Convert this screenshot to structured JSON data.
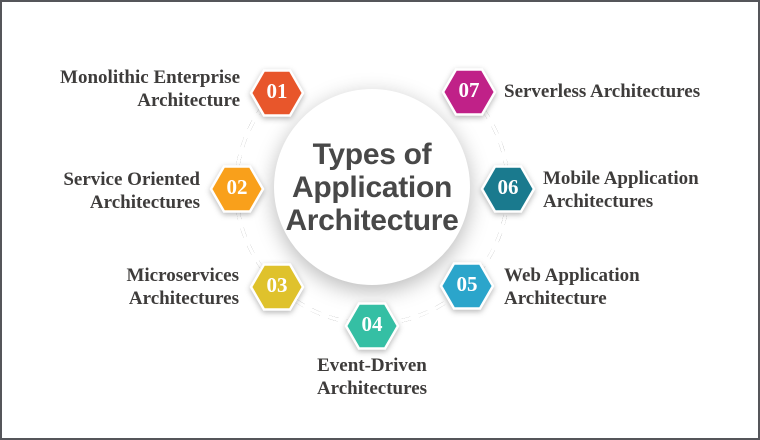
{
  "title": "Types of Application Architecture",
  "center": {
    "lines": [
      "Types of",
      "Application",
      "Architecture"
    ],
    "text_color": "#484848",
    "circle_fill": "#ffffff"
  },
  "ring": {
    "color": "#3f3f3f",
    "dash_pattern": "10 8.4"
  },
  "label_text_color": "#3e3c3b",
  "items": [
    {
      "number": "01",
      "color": "#e8562b",
      "label_lines": [
        "Monolithic Enterprise",
        "Architecture"
      ]
    },
    {
      "number": "02",
      "color": "#f9a01b",
      "label_lines": [
        "Service Oriented",
        "Architectures"
      ]
    },
    {
      "number": "03",
      "color": "#dfc22c",
      "label_lines": [
        "Microservices",
        "Architectures"
      ]
    },
    {
      "number": "04",
      "color": "#35bfa4",
      "label_lines": [
        "Event-Driven",
        "Architectures"
      ]
    },
    {
      "number": "05",
      "color": "#2ba5cb",
      "label_lines": [
        "Web Application",
        "Architecture"
      ]
    },
    {
      "number": "06",
      "color": "#1a7a8e",
      "label_lines": [
        "Mobile Application",
        "Architectures"
      ]
    },
    {
      "number": "07",
      "color": "#c02188",
      "label_lines": [
        "Serverless Architectures"
      ]
    }
  ]
}
